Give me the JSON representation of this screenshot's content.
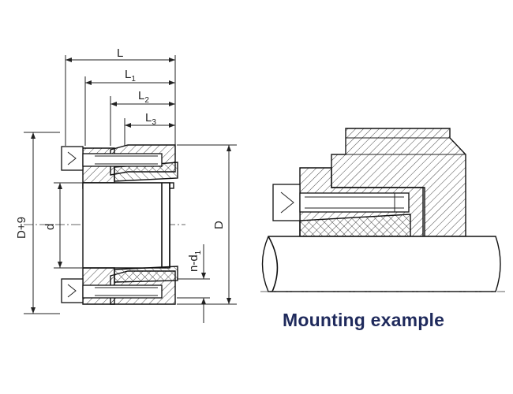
{
  "left_view": {
    "dimensions": {
      "L": {
        "main": "L",
        "sub": ""
      },
      "L1": {
        "main": "L",
        "sub": "1"
      },
      "L2": {
        "main": "L",
        "sub": "2"
      },
      "L3": {
        "main": "L",
        "sub": "3"
      },
      "D9": {
        "main": "D+9",
        "sub": ""
      },
      "d": {
        "main": "d",
        "sub": ""
      },
      "D": {
        "main": "D",
        "sub": ""
      },
      "nd1": {
        "main": "n-d",
        "sub": "1"
      }
    }
  },
  "caption": "Mounting example"
}
